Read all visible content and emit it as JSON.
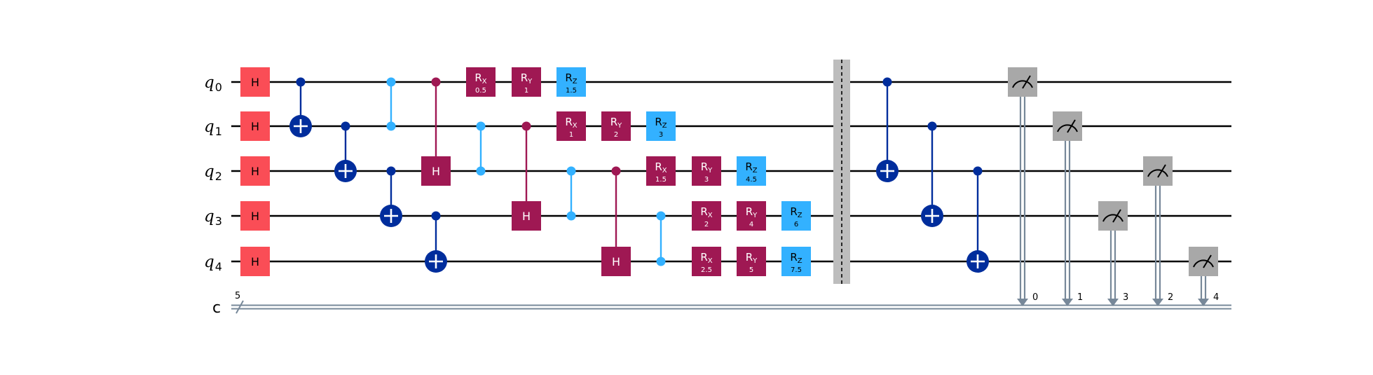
{
  "colors": {
    "h": "#fa4d56",
    "cx": "#002d9c",
    "cz": "#33b1ff",
    "ch": "#9f1853",
    "rx": "#9f1853",
    "ry": "#9f1853",
    "rz": "#33b1ff",
    "measure": "#a8a8a8",
    "barrier": "#bdbdbd",
    "creg": "#778899"
  },
  "icons": {
    "measure": "meter-icon",
    "target": "xor-target-icon"
  },
  "qubits": [
    {
      "name": "q",
      "index": "0"
    },
    {
      "name": "q",
      "index": "1"
    },
    {
      "name": "q",
      "index": "2"
    },
    {
      "name": "q",
      "index": "3"
    },
    {
      "name": "q",
      "index": "4"
    }
  ],
  "classical": {
    "name": "c",
    "size": "5"
  },
  "gates": [
    {
      "type": "h",
      "label": "H",
      "qubit": 0,
      "col": 0
    },
    {
      "type": "h",
      "label": "H",
      "qubit": 1,
      "col": 0
    },
    {
      "type": "h",
      "label": "H",
      "qubit": 2,
      "col": 0
    },
    {
      "type": "h",
      "label": "H",
      "qubit": 3,
      "col": 0
    },
    {
      "type": "h",
      "label": "H",
      "qubit": 4,
      "col": 0
    },
    {
      "type": "cx",
      "control": 0,
      "target": 1,
      "col": 1
    },
    {
      "type": "cx",
      "control": 1,
      "target": 2,
      "col": 2
    },
    {
      "type": "cz",
      "qubits": [
        0,
        1
      ],
      "col": 3
    },
    {
      "type": "cx",
      "control": 2,
      "target": 3,
      "col": 3
    },
    {
      "type": "ch",
      "control": 0,
      "target": 2,
      "label": "H",
      "col": 4
    },
    {
      "type": "cx",
      "control": 3,
      "target": 4,
      "col": 4
    },
    {
      "type": "rx",
      "label": "R",
      "sub": "X",
      "param": "0.5",
      "qubit": 0,
      "col": 5
    },
    {
      "type": "cz",
      "qubits": [
        1,
        2
      ],
      "col": 5
    },
    {
      "type": "ry",
      "label": "R",
      "sub": "Y",
      "param": "1",
      "qubit": 0,
      "col": 6
    },
    {
      "type": "ch",
      "control": 1,
      "target": 3,
      "label": "H",
      "col": 6
    },
    {
      "type": "rz",
      "label": "R",
      "sub": "Z",
      "param": "1.5",
      "qubit": 0,
      "col": 7
    },
    {
      "type": "rx",
      "label": "R",
      "sub": "X",
      "param": "1",
      "qubit": 1,
      "col": 7
    },
    {
      "type": "cz",
      "qubits": [
        2,
        3
      ],
      "col": 7
    },
    {
      "type": "ry",
      "label": "R",
      "sub": "Y",
      "param": "2",
      "qubit": 1,
      "col": 8
    },
    {
      "type": "ch",
      "control": 2,
      "target": 4,
      "label": "H",
      "col": 8
    },
    {
      "type": "rz",
      "label": "R",
      "sub": "Z",
      "param": "3",
      "qubit": 1,
      "col": 9
    },
    {
      "type": "rx",
      "label": "R",
      "sub": "X",
      "param": "1.5",
      "qubit": 2,
      "col": 9
    },
    {
      "type": "cz",
      "qubits": [
        3,
        4
      ],
      "col": 9
    },
    {
      "type": "ry",
      "label": "R",
      "sub": "Y",
      "param": "3",
      "qubit": 2,
      "col": 10
    },
    {
      "type": "rx",
      "label": "R",
      "sub": "X",
      "param": "2",
      "qubit": 3,
      "col": 10
    },
    {
      "type": "rx",
      "label": "R",
      "sub": "X",
      "param": "2.5",
      "qubit": 4,
      "col": 10
    },
    {
      "type": "rz",
      "label": "R",
      "sub": "Z",
      "param": "4.5",
      "qubit": 2,
      "col": 11
    },
    {
      "type": "ry",
      "label": "R",
      "sub": "Y",
      "param": "4",
      "qubit": 3,
      "col": 11
    },
    {
      "type": "ry",
      "label": "R",
      "sub": "Y",
      "param": "5",
      "qubit": 4,
      "col": 11
    },
    {
      "type": "rz",
      "label": "R",
      "sub": "Z",
      "param": "6",
      "qubit": 3,
      "col": 12
    },
    {
      "type": "rz",
      "label": "R",
      "sub": "Z",
      "param": "7.5",
      "qubit": 4,
      "col": 12
    },
    {
      "type": "barrier",
      "col": 13
    },
    {
      "type": "cx",
      "control": 0,
      "target": 2,
      "col": 14
    },
    {
      "type": "cx",
      "control": 1,
      "target": 3,
      "col": 15
    },
    {
      "type": "cx",
      "control": 2,
      "target": 4,
      "col": 16
    },
    {
      "type": "measure",
      "qubit": 0,
      "clbit": "0",
      "col": 17
    },
    {
      "type": "measure",
      "qubit": 1,
      "clbit": "1",
      "col": 18
    },
    {
      "type": "measure",
      "qubit": 3,
      "clbit": "3",
      "col": 19
    },
    {
      "type": "measure",
      "qubit": 2,
      "clbit": "2",
      "col": 20
    },
    {
      "type": "measure",
      "qubit": 4,
      "clbit": "4",
      "col": 21
    }
  ]
}
